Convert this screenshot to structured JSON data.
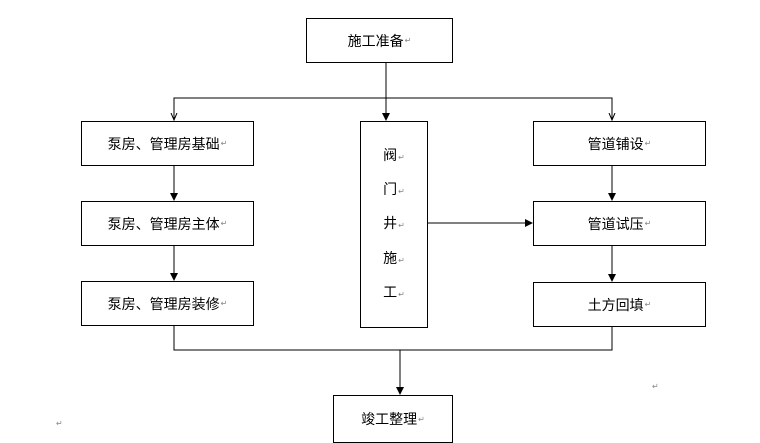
{
  "diagram": {
    "top": "施工准备",
    "left_column": [
      "泵房、管理房基础",
      "泵房、管理房主体",
      "泵房、管理房装修"
    ],
    "middle_column_chars": [
      "阀",
      "门",
      "井",
      "施",
      "工"
    ],
    "right_column": [
      "管道铺设",
      "管道试压",
      "土方回填"
    ],
    "bottom": "竣工整理",
    "para_mark": "↵"
  }
}
